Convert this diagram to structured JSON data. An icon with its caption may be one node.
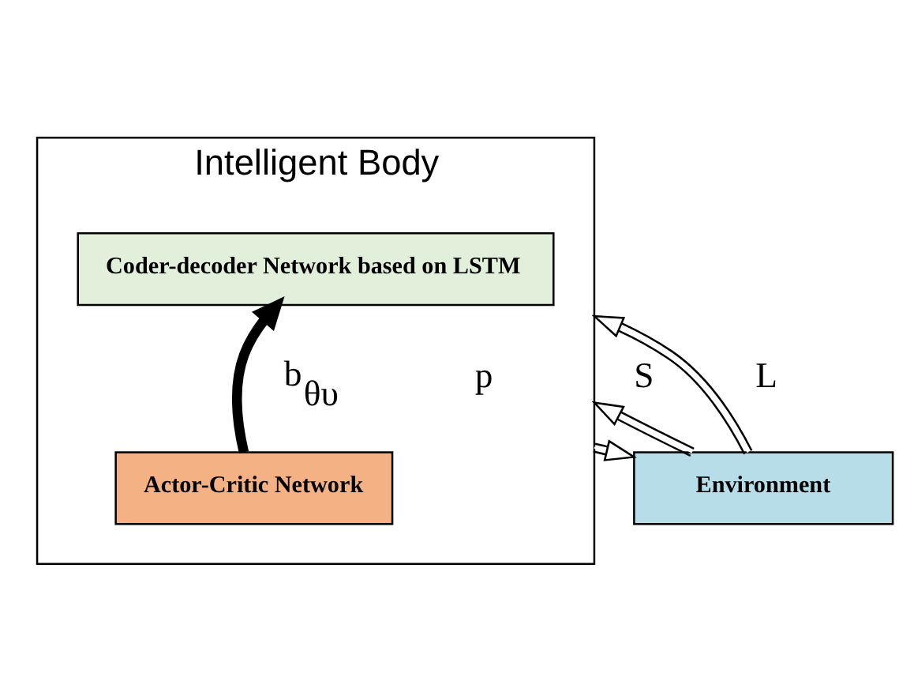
{
  "diagram": {
    "nodes": [
      {
        "text": [
          "Intelligent Body"
        ]
      },
      {
        "text": [
          "Coder-decoder Network based on LSTM"
        ],
        "in": 0
      },
      {
        "text": [
          "Actor-Critic Network"
        ],
        "in": 0
      },
      {
        "text": [
          "Environment"
        ]
      }
    ],
    "edges": [
      {
        "from": 2,
        "to": 1,
        "arrow": "to",
        "label": "b$_{θυ}$",
        "style": "thick"
      },
      {
        "from": 0,
        "to": 3,
        "arrow": "to",
        "label": "p"
      },
      {
        "from": 3,
        "to": 0,
        "arrow": "to",
        "label": "S"
      },
      {
        "from": 3,
        "to": 0,
        "arrow": "to",
        "label": "L"
      }
    ]
  }
}
